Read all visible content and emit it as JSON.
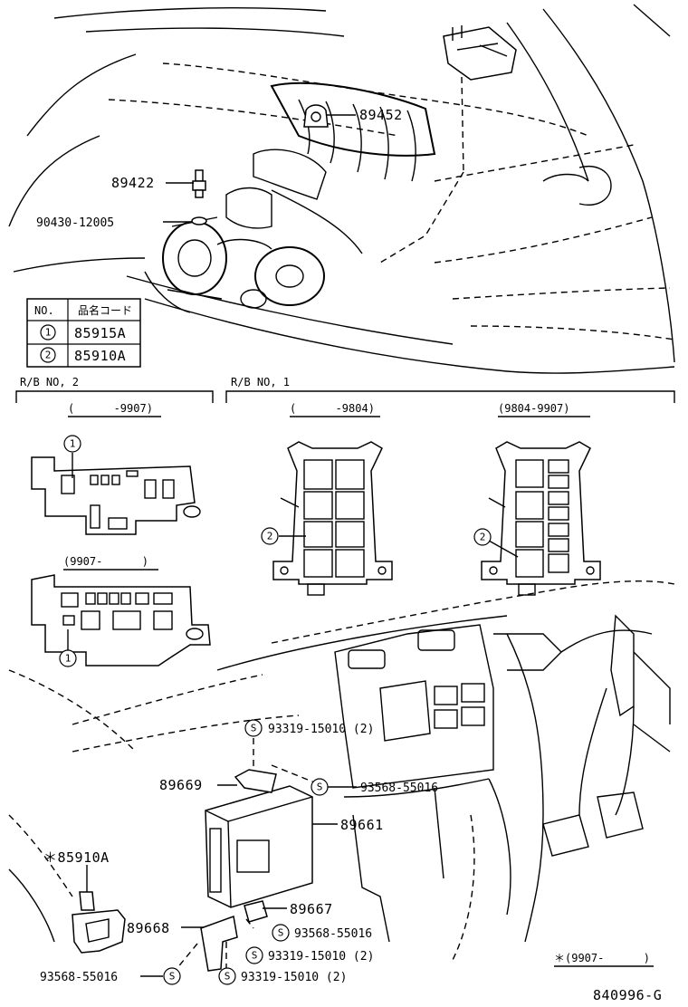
{
  "legend": {
    "header_no": "NO.",
    "header_code": "品名コード",
    "rows": [
      {
        "mark": "1",
        "code": "85915A"
      },
      {
        "mark": "2",
        "code": "85910A"
      }
    ]
  },
  "sections": {
    "rb2": "R/B NO, 2",
    "rb1": "R/B NO, 1",
    "rb2_range_a": "(      -9907)",
    "rb2_range_b": "(9907-      )",
    "rb1_range_a": "(      -9804)",
    "rb1_range_b": "(9804-9907)"
  },
  "callouts": {
    "c1_a": "1",
    "c1_b": "1",
    "c2_a": "2",
    "c2_b": "2"
  },
  "parts": {
    "p89452": "89452",
    "p89422": "89422",
    "p90430": "90430-12005",
    "p93319_top": "93319-15010 (2)",
    "p89669": "89669",
    "p93568_mid": "93568-55016",
    "p89661": "89661",
    "p85910a": "＊85910A",
    "p89667": "89667",
    "p89668": "89668",
    "p93568_right": "93568-55016",
    "p93319_mid": "93319-15010 (2)",
    "p93568_left": "93568-55016",
    "p93319_bottom": "93319-15010 (2)",
    "s_mark": "S"
  },
  "footnote": "＊(9907-      )",
  "diagram_code": "840996-G"
}
